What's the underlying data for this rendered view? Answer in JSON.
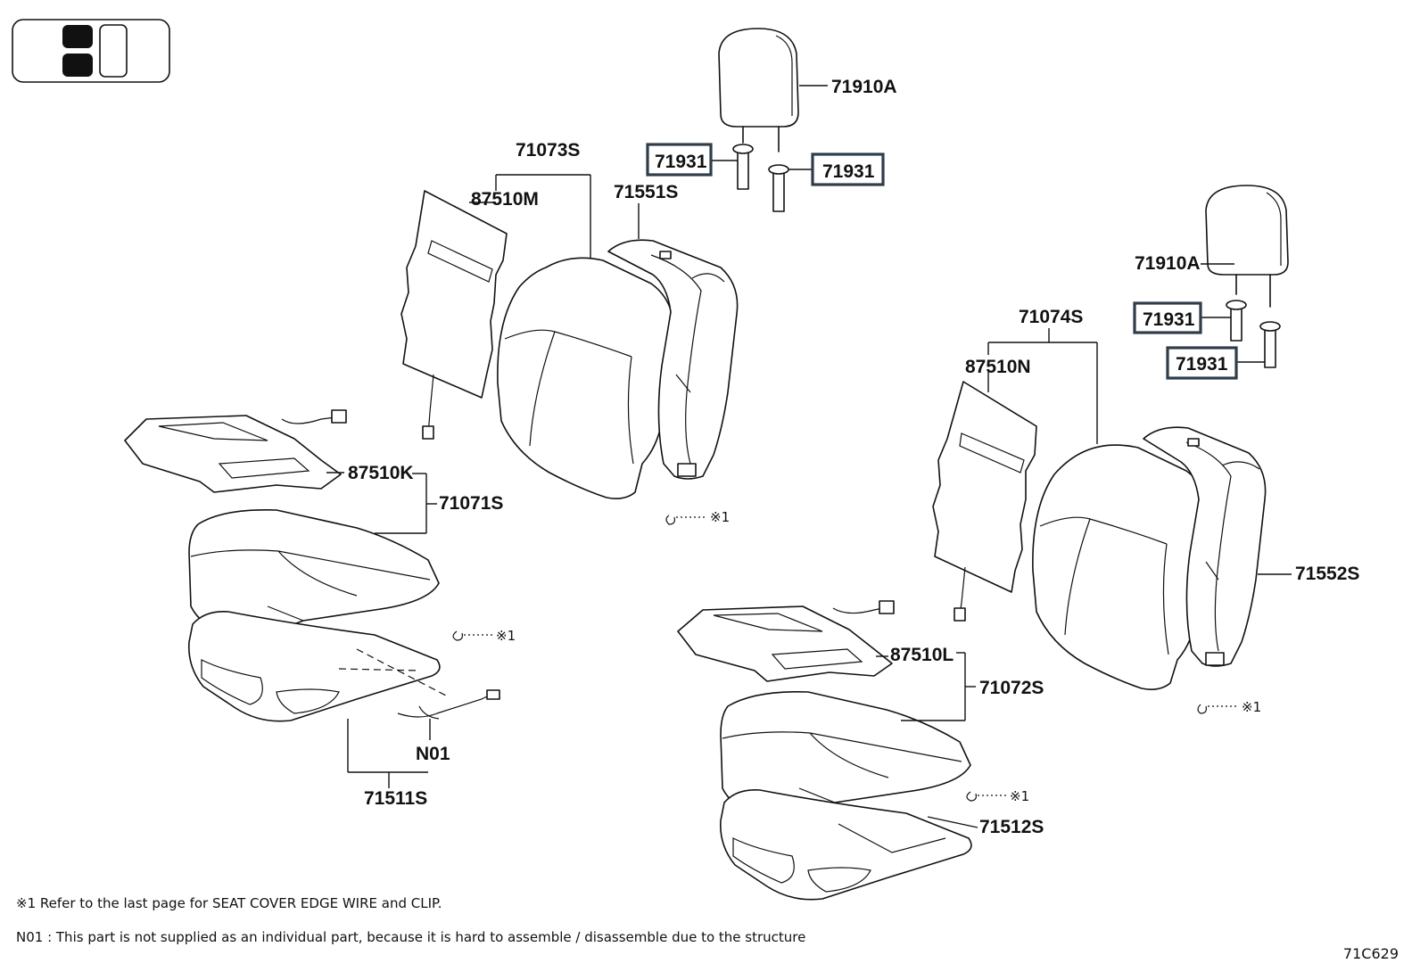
{
  "diagram_code": "71C629",
  "notes": {
    "note1": "※1 Refer to the last page for SEAT COVER EDGE WIRE and CLIP.",
    "note2": "N01 : This part is not supplied as an individual part, because it is hard to assemble / disassemble due to the structure"
  },
  "labels": {
    "headrest_left": "71910A",
    "headrest_right": "71910A",
    "support_left_a": "71931",
    "support_left_b": "71931",
    "support_right_a": "71931",
    "support_right_b": "71931",
    "back_cover_left": "71073S",
    "back_heater_left": "87510M",
    "back_pad_left": "71551S",
    "back_cover_right": "71074S",
    "back_heater_right": "87510N",
    "back_pad_right": "71552S",
    "cushion_heater_left": "87510K",
    "cushion_cover_left": "71071S",
    "cushion_pad_left": "71511S",
    "wire_left": "N01",
    "cushion_heater_right": "87510L",
    "cushion_cover_right": "71072S",
    "cushion_pad_right": "71512S",
    "ref_mark_1": "※1",
    "ref_mark_2": "※1",
    "ref_mark_3": "※1",
    "ref_mark_4": "※1"
  }
}
